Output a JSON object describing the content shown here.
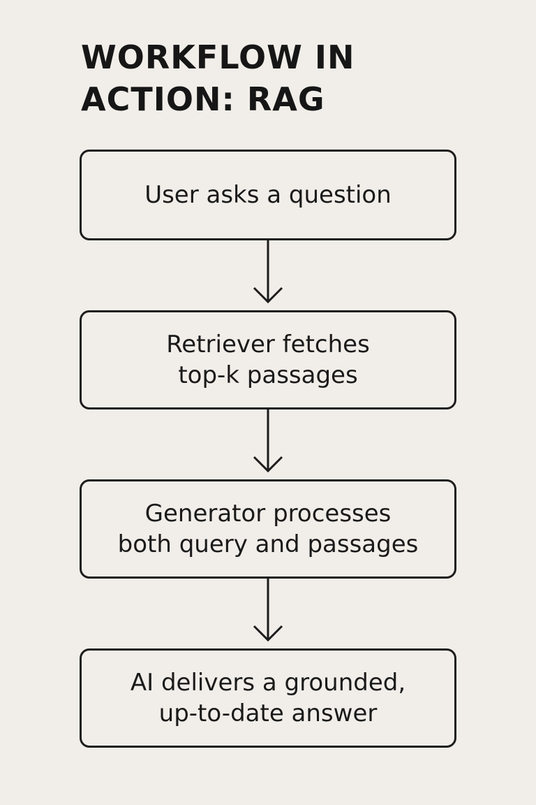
{
  "title": {
    "line1": "WORKFLOW IN",
    "line2": "ACTION: RAG"
  },
  "steps": [
    {
      "line1": "User asks a question"
    },
    {
      "line1": "Retriever fetches",
      "line2": "top-k passages"
    },
    {
      "line1": "Generator processes",
      "line2": "both query and passages"
    },
    {
      "line1": "AI delivers a grounded,",
      "line2": "up-to-date answer"
    }
  ],
  "connectors": [
    {
      "from": "User asks a question",
      "to": "Retriever fetches top-k passages"
    },
    {
      "from": "Retriever fetches top-k passages",
      "to": "Generator processes both query and passages"
    },
    {
      "from": "Generator processes both query and passages",
      "to": "AI delivers a grounded, up-to-date answer"
    }
  ],
  "colors": {
    "background": "#f1eee9",
    "stroke": "#1c1c1c",
    "text": "#1a1a1a"
  }
}
